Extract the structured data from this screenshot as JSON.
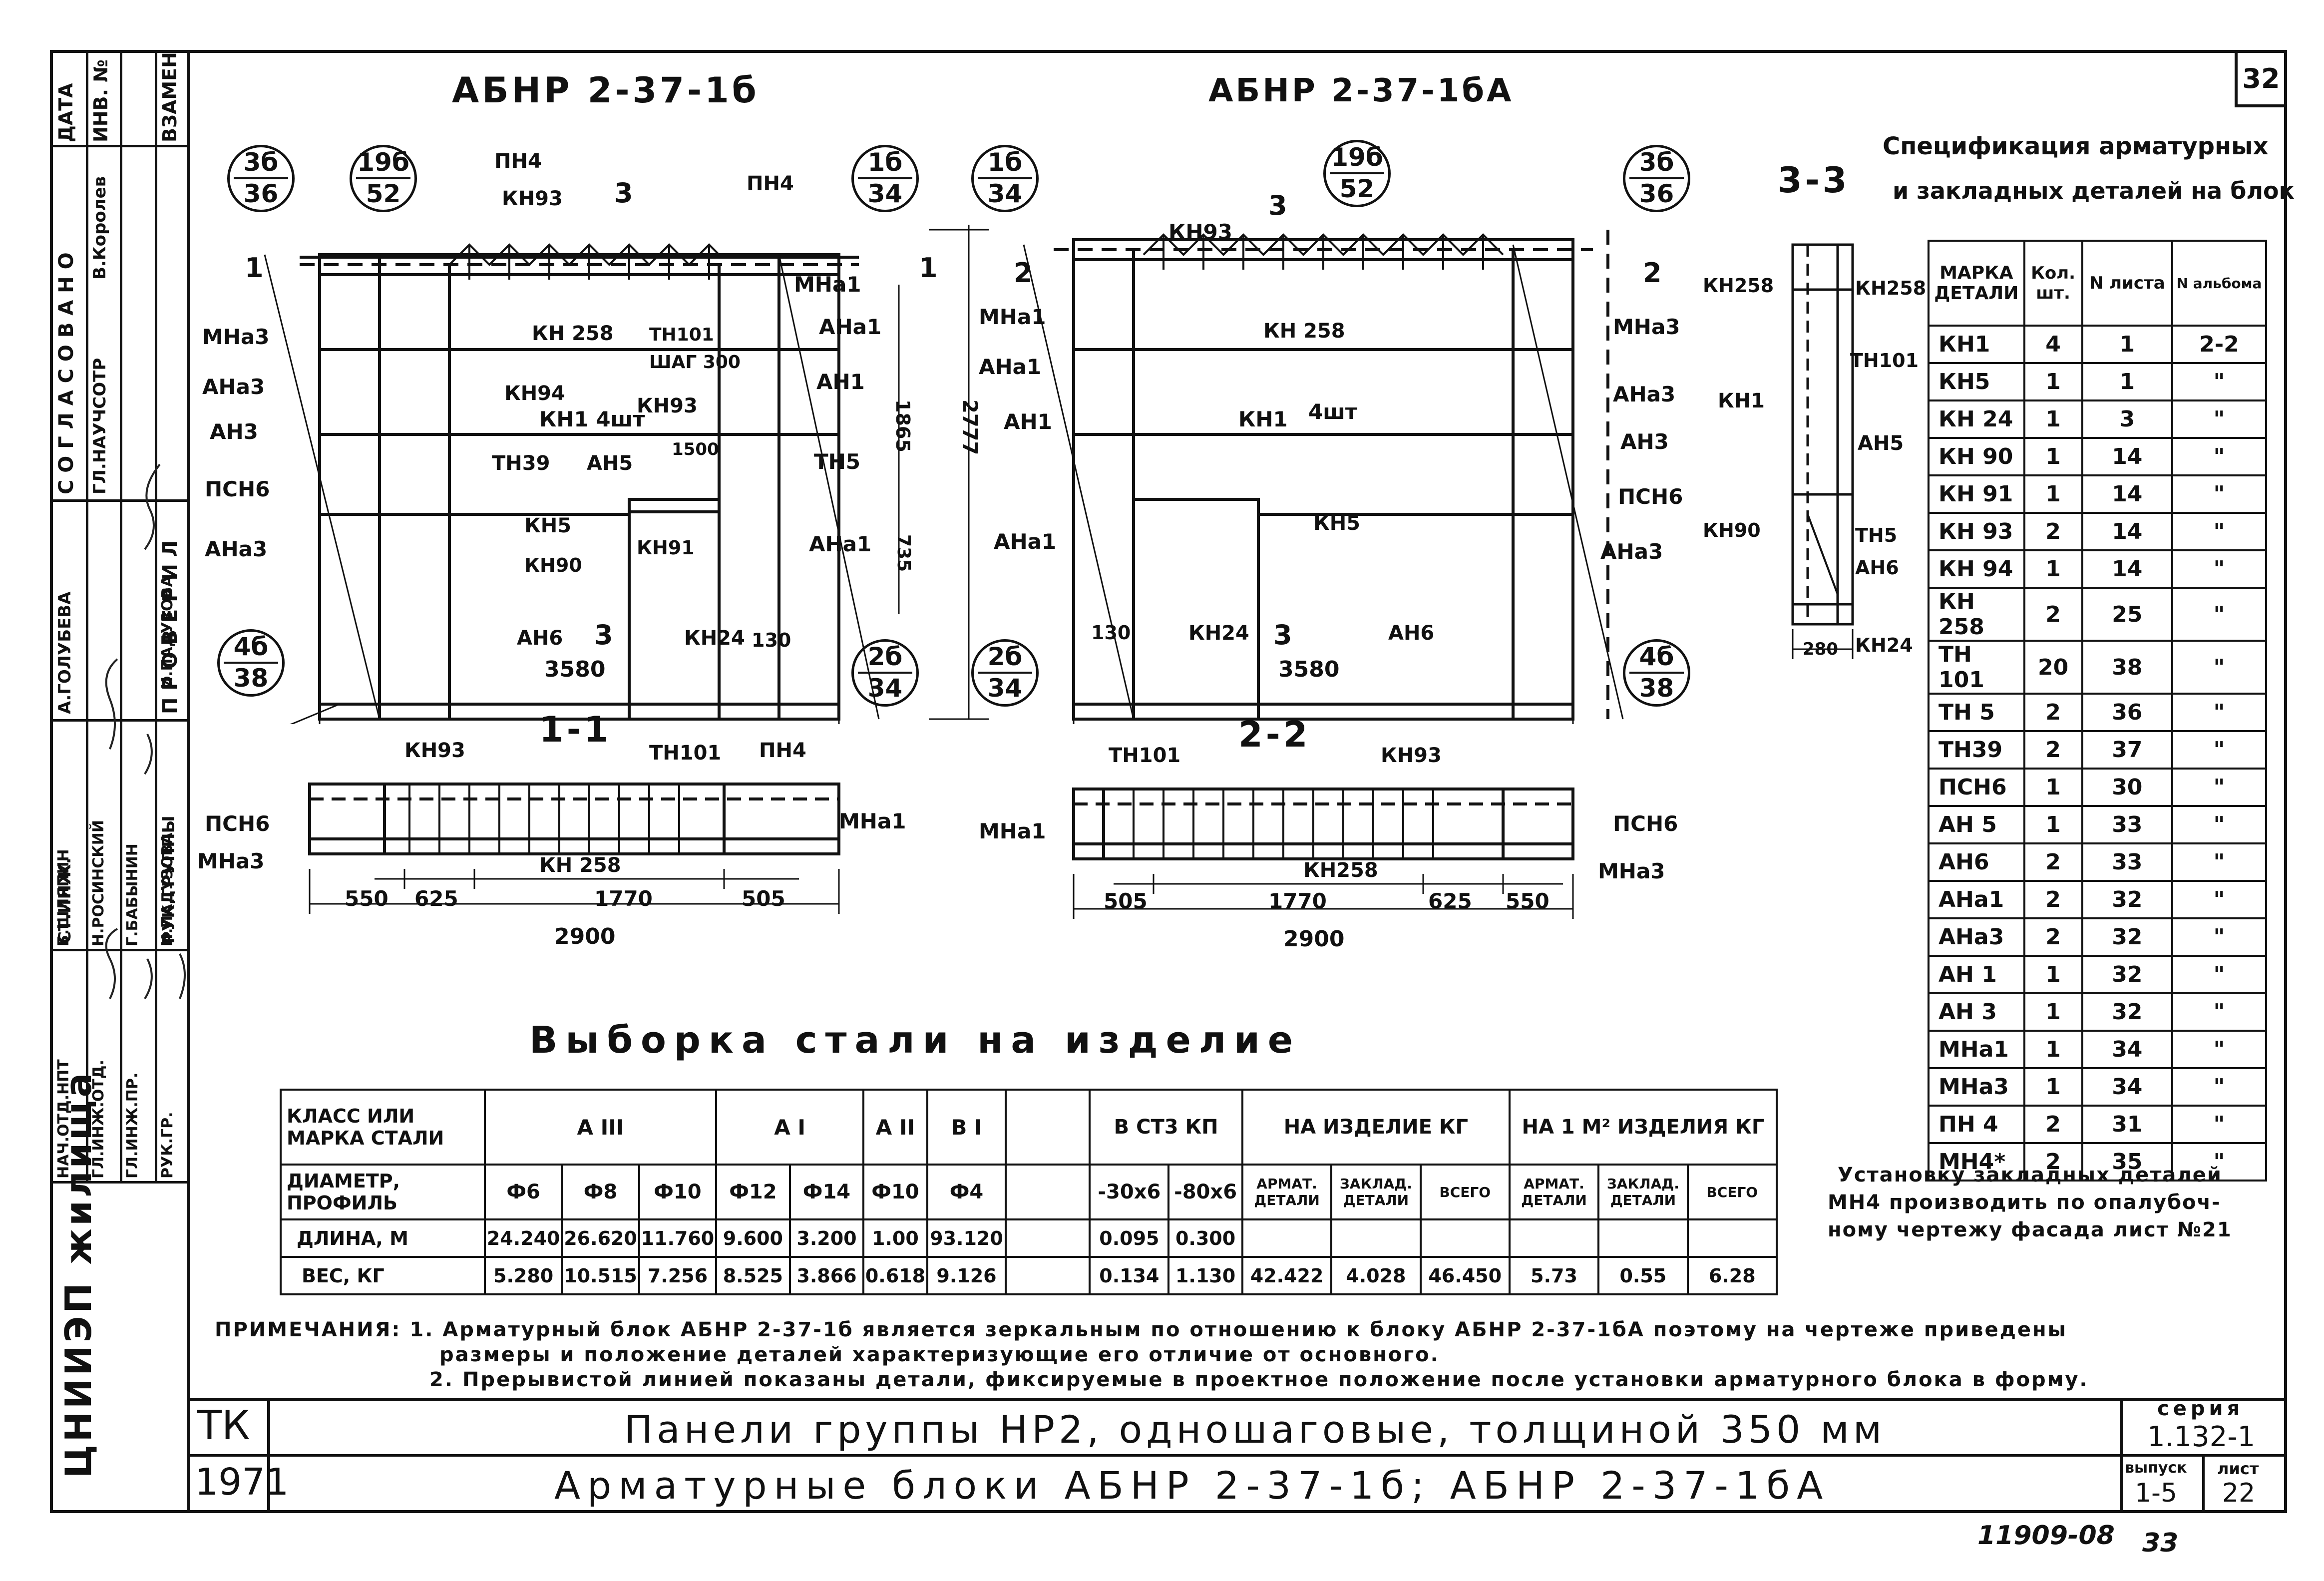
{
  "sheet_number": "32",
  "drawing_left": {
    "title": "АБНР 2-37-1б",
    "callouts": [
      {
        "top": "3б",
        "bottom": "36"
      },
      {
        "top": "19б",
        "bottom": "52"
      },
      {
        "top": "1б",
        "bottom": "34"
      },
      {
        "top": "4б",
        "bottom": "38"
      },
      {
        "top": "2б",
        "bottom": "34"
      }
    ],
    "labels": [
      "ПН4",
      "ПН4",
      "КН93",
      "МНа3",
      "АНа3",
      "АН3",
      "ПСН6",
      "АНа3",
      "МНа1",
      "АНа1",
      "АН1",
      "АНа1",
      "КН 258",
      "ТН101",
      "ШАГ 300",
      "КН94",
      "КН1 4шт",
      "КН93",
      "ТН39",
      "АН5",
      "1500",
      "ТН5",
      "КН5",
      "КН90",
      "КН91",
      "АН6",
      "КН24",
      "130",
      "1865",
      "2777",
      "735",
      "3580"
    ],
    "section_marks": [
      "1",
      "1",
      "3",
      "3"
    ]
  },
  "drawing_right": {
    "title": "АБНР 2-37-1бА",
    "callouts": [
      {
        "top": "1б",
        "bottom": "34"
      },
      {
        "top": "19б",
        "bottom": "52"
      },
      {
        "top": "3б",
        "bottom": "36"
      },
      {
        "top": "2б",
        "bottom": "34"
      },
      {
        "top": "4б",
        "bottom": "38"
      }
    ],
    "labels": [
      "КН93",
      "КН 258",
      "МНа1",
      "АНа1",
      "АН1",
      "КН1",
      "4шт",
      "АНа1",
      "КН5",
      "130",
      "КН24",
      "АН6",
      "МНа3",
      "АНа3",
      "АН3",
      "ПСН6",
      "АНа3",
      "3580"
    ],
    "section_marks": [
      "2",
      "2",
      "3",
      "3"
    ]
  },
  "section_11": {
    "title": "1-1",
    "labels": [
      "КН93",
      "ТН101",
      "ПН4",
      "ПСН6",
      "МНа3",
      "КН 258",
      "МНа1"
    ],
    "dims": [
      "550",
      "625",
      "1770",
      "505",
      "2900"
    ]
  },
  "section_22": {
    "title": "2-2",
    "labels": [
      "ТН101",
      "КН93",
      "МНа1",
      "КН258",
      "ПСН6",
      "МНа3"
    ],
    "dims": [
      "505",
      "1770",
      "625",
      "550",
      "2900"
    ]
  },
  "section_33": {
    "title": "3-3",
    "labels": [
      "КН258",
      "КН258",
      "ТН101",
      "КН1",
      "АН5",
      "КН90",
      "ТН5",
      "АН6",
      "КН24",
      "280"
    ]
  },
  "spec": {
    "title_line1": "Спецификация арматурных",
    "title_line2": "и закладных деталей на блок",
    "headers": [
      "МАРКА ДЕТАЛИ",
      "Кол. шт.",
      "N листа",
      "N альбома"
    ],
    "rows": [
      [
        "КН1",
        "4",
        "1",
        "2-2"
      ],
      [
        "КН5",
        "1",
        "1",
        "\""
      ],
      [
        "КН 24",
        "1",
        "3",
        "\""
      ],
      [
        "КН 90",
        "1",
        "14",
        "\""
      ],
      [
        "КН 91",
        "1",
        "14",
        "\""
      ],
      [
        "КН 93",
        "2",
        "14",
        "\""
      ],
      [
        "КН 94",
        "1",
        "14",
        "\""
      ],
      [
        "КН 258",
        "2",
        "25",
        "\""
      ],
      [
        "ТН 101",
        "20",
        "38",
        "\""
      ],
      [
        "ТН 5",
        "2",
        "36",
        "\""
      ],
      [
        "ТН39",
        "2",
        "37",
        "\""
      ],
      [
        "ПСН6",
        "1",
        "30",
        "\""
      ],
      [
        "АН 5",
        "1",
        "33",
        "\""
      ],
      [
        "АН6",
        "2",
        "33",
        "\""
      ],
      [
        "АНа1",
        "2",
        "32",
        "\""
      ],
      [
        "АНа3",
        "2",
        "32",
        "\""
      ],
      [
        "АН 1",
        "1",
        "32",
        "\""
      ],
      [
        "АН 3",
        "1",
        "32",
        "\""
      ],
      [
        "МНа1",
        "1",
        "34",
        "\""
      ],
      [
        "МНа3",
        "1",
        "34",
        "\""
      ],
      [
        "ПН 4",
        "2",
        "31",
        "\""
      ],
      [
        "МН4*",
        "2",
        "35",
        "\""
      ]
    ],
    "footnote": [
      "Установку закладных деталей",
      "МН4 производить по опалубоч-",
      "ному чертежу фасада лист №21"
    ]
  },
  "steel": {
    "title": "Выборка стали на изделие",
    "h_class": "КЛАСС ИЛИ МАРКА СТАЛИ",
    "h_a3": "А III",
    "h_a1": "А I",
    "h_a2": "А II",
    "h_b1": "В I",
    "h_vst": "В СТ3 КП",
    "h_total_item": "НА ИЗДЕЛИЕ КГ",
    "h_total_m2": "НА 1 М² ИЗДЕЛИЯ КГ",
    "h_diam": "ДИАМЕТР, ПРОФИЛЬ",
    "diams": [
      "Ф6",
      "Ф8",
      "Ф10",
      "Ф12",
      "Ф14",
      "Ф10",
      "Ф4",
      "",
      "-30х6",
      "-80х6"
    ],
    "sub_item": [
      "АРМАТ. ДЕТАЛИ",
      "ЗАКЛАД. ДЕТАЛИ",
      "ВСЕГО"
    ],
    "sub_m2": [
      "АРМАТ. ДЕТАЛИ",
      "ЗАКЛАД. ДЕТАЛИ",
      "ВСЕГО"
    ],
    "h_length": "ДЛИНА, М",
    "lengths": [
      "24.240",
      "26.620",
      "11.760",
      "9.600",
      "3.200",
      "1.00",
      "93.120",
      "",
      "0.095",
      "0.300"
    ],
    "h_weight": "ВЕС, КГ",
    "weights": [
      "5.280",
      "10.515",
      "7.256",
      "8.525",
      "3.866",
      "0.618",
      "9.126",
      "",
      "0.134",
      "1.130"
    ],
    "totals_item": [
      "42.422",
      "4.028",
      "46.450"
    ],
    "totals_m2": [
      "5.73",
      "0.55",
      "6.28"
    ]
  },
  "notes": {
    "line1": "ПРИМЕЧАНИЯ: 1. Арматурный блок АБНР 2-37-1б является зеркальным по отношению к блоку АБНР 2-37-1бА поэтому на чертеже приведены",
    "line2": "размеры и положение деталей характеризующие его отличие от основного.",
    "line3": "2. Прерывистой линией показаны детали, фиксируемые в проектное положение после установки арматурного блока в форму."
  },
  "title_block": {
    "tk": "ТК",
    "year": "1971",
    "title1": "Панели группы НР2, одношаговые, толщиной 350 мм",
    "title2": "Арматурные блоки АБНР 2-37-1б; АБНР 2-37-1бА",
    "series_label": "серия",
    "series": "1.132-1",
    "vypusk_label": "выпуск",
    "vypusk": "1-5",
    "list_label": "лист",
    "list": "22",
    "org": "ЦНИИЭП жилища"
  },
  "left_stamp": {
    "cols": [
      "ДАТА",
      "ИНВ. №",
      "ВЗАМЕН"
    ],
    "agreed": "С О Г Л А С О В А Н О",
    "agreed_names": [
      "ГЛ.НАУЧСОТР",
      "В.Королев"
    ],
    "checked": "П Р О В Е Р И Л",
    "roles": [
      "НАЧ.ОТД.НПТ",
      "ГЛ.ИНЖ.ОТД.",
      "ГЛ.ИНЖ.ПР.",
      "РУК.ГР."
    ],
    "names": [
      "Б.ШЛЯПИН",
      "Н.РОСИНСКИЙ",
      "Г.БАБЫНИН",
      "И.ПАДУЗОВА"
    ],
    "st_eng": "СТ.ИНЖ.",
    "st_eng_name": "А.ГОЛУБЕВА",
    "ruk_gr": "РУК.ГРУППЫ",
    "ruk_gr_name": "И.ПАДУЗОВА"
  },
  "bottom_number": "11909-08",
  "bottom_page": "33"
}
